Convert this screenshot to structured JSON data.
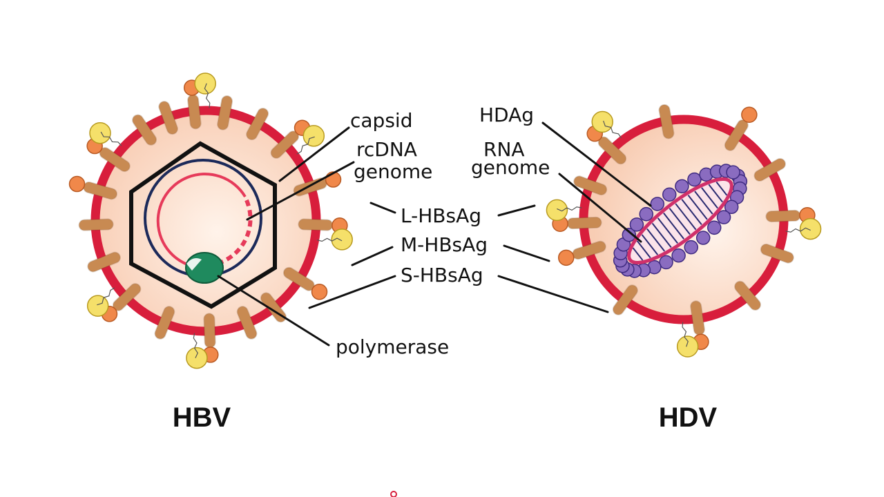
{
  "labels": {
    "capsid": "capsid",
    "rcdna_line1": "rcDNA",
    "rcdna_line2": "genome",
    "l_hbsag": "L-HBsAg",
    "m_hbsag": "M-HBsAg",
    "s_hbsag": "S-HBsAg",
    "polymerase": "polymerase",
    "hdag": "HDAg",
    "rna_line1": "RNA",
    "rna_line2": "genome",
    "hbv": "HBV",
    "hdv": "HDV"
  },
  "colors": {
    "envelope": "#d81e3c",
    "interior": "#fbd9c4",
    "hbsag": "#c88a52",
    "preS1": "#f5e06a",
    "preS2": "#f0884a",
    "rcdna_outer": "#1c2a5a",
    "rcdna_inner": "#e63a5a",
    "polymerase": "#1f8a5e",
    "hdag": "#8a6cc0",
    "rna": "#d0306a",
    "leader_lines": "#111111"
  },
  "icons": {
    "hbv_particle": "hbv-virion-icon",
    "hdv_particle": "hdv-virion-icon"
  }
}
